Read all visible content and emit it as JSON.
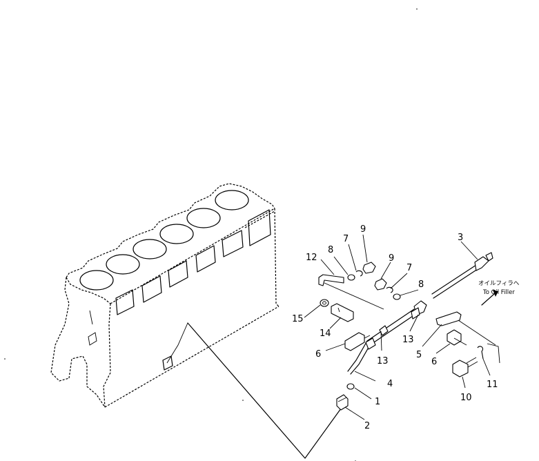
{
  "callouts": [
    {
      "id": "1",
      "text": "1"
    },
    {
      "id": "2",
      "text": "2"
    },
    {
      "id": "3",
      "text": "3"
    },
    {
      "id": "4",
      "text": "4"
    },
    {
      "id": "5",
      "text": "5"
    },
    {
      "id": "6a",
      "text": "6"
    },
    {
      "id": "6b",
      "text": "6"
    },
    {
      "id": "7a",
      "text": "7"
    },
    {
      "id": "7b",
      "text": "7"
    },
    {
      "id": "8a",
      "text": "8"
    },
    {
      "id": "8b",
      "text": "8"
    },
    {
      "id": "9a",
      "text": "9"
    },
    {
      "id": "9b",
      "text": "9"
    },
    {
      "id": "10",
      "text": "10"
    },
    {
      "id": "11",
      "text": "11"
    },
    {
      "id": "12",
      "text": "12"
    },
    {
      "id": "13a",
      "text": "13"
    },
    {
      "id": "13b",
      "text": "13"
    },
    {
      "id": "14",
      "text": "14"
    },
    {
      "id": "15",
      "text": "15"
    }
  ],
  "annotation": {
    "japanese": "オイルフィラへ",
    "english": "To Oil Filler"
  }
}
